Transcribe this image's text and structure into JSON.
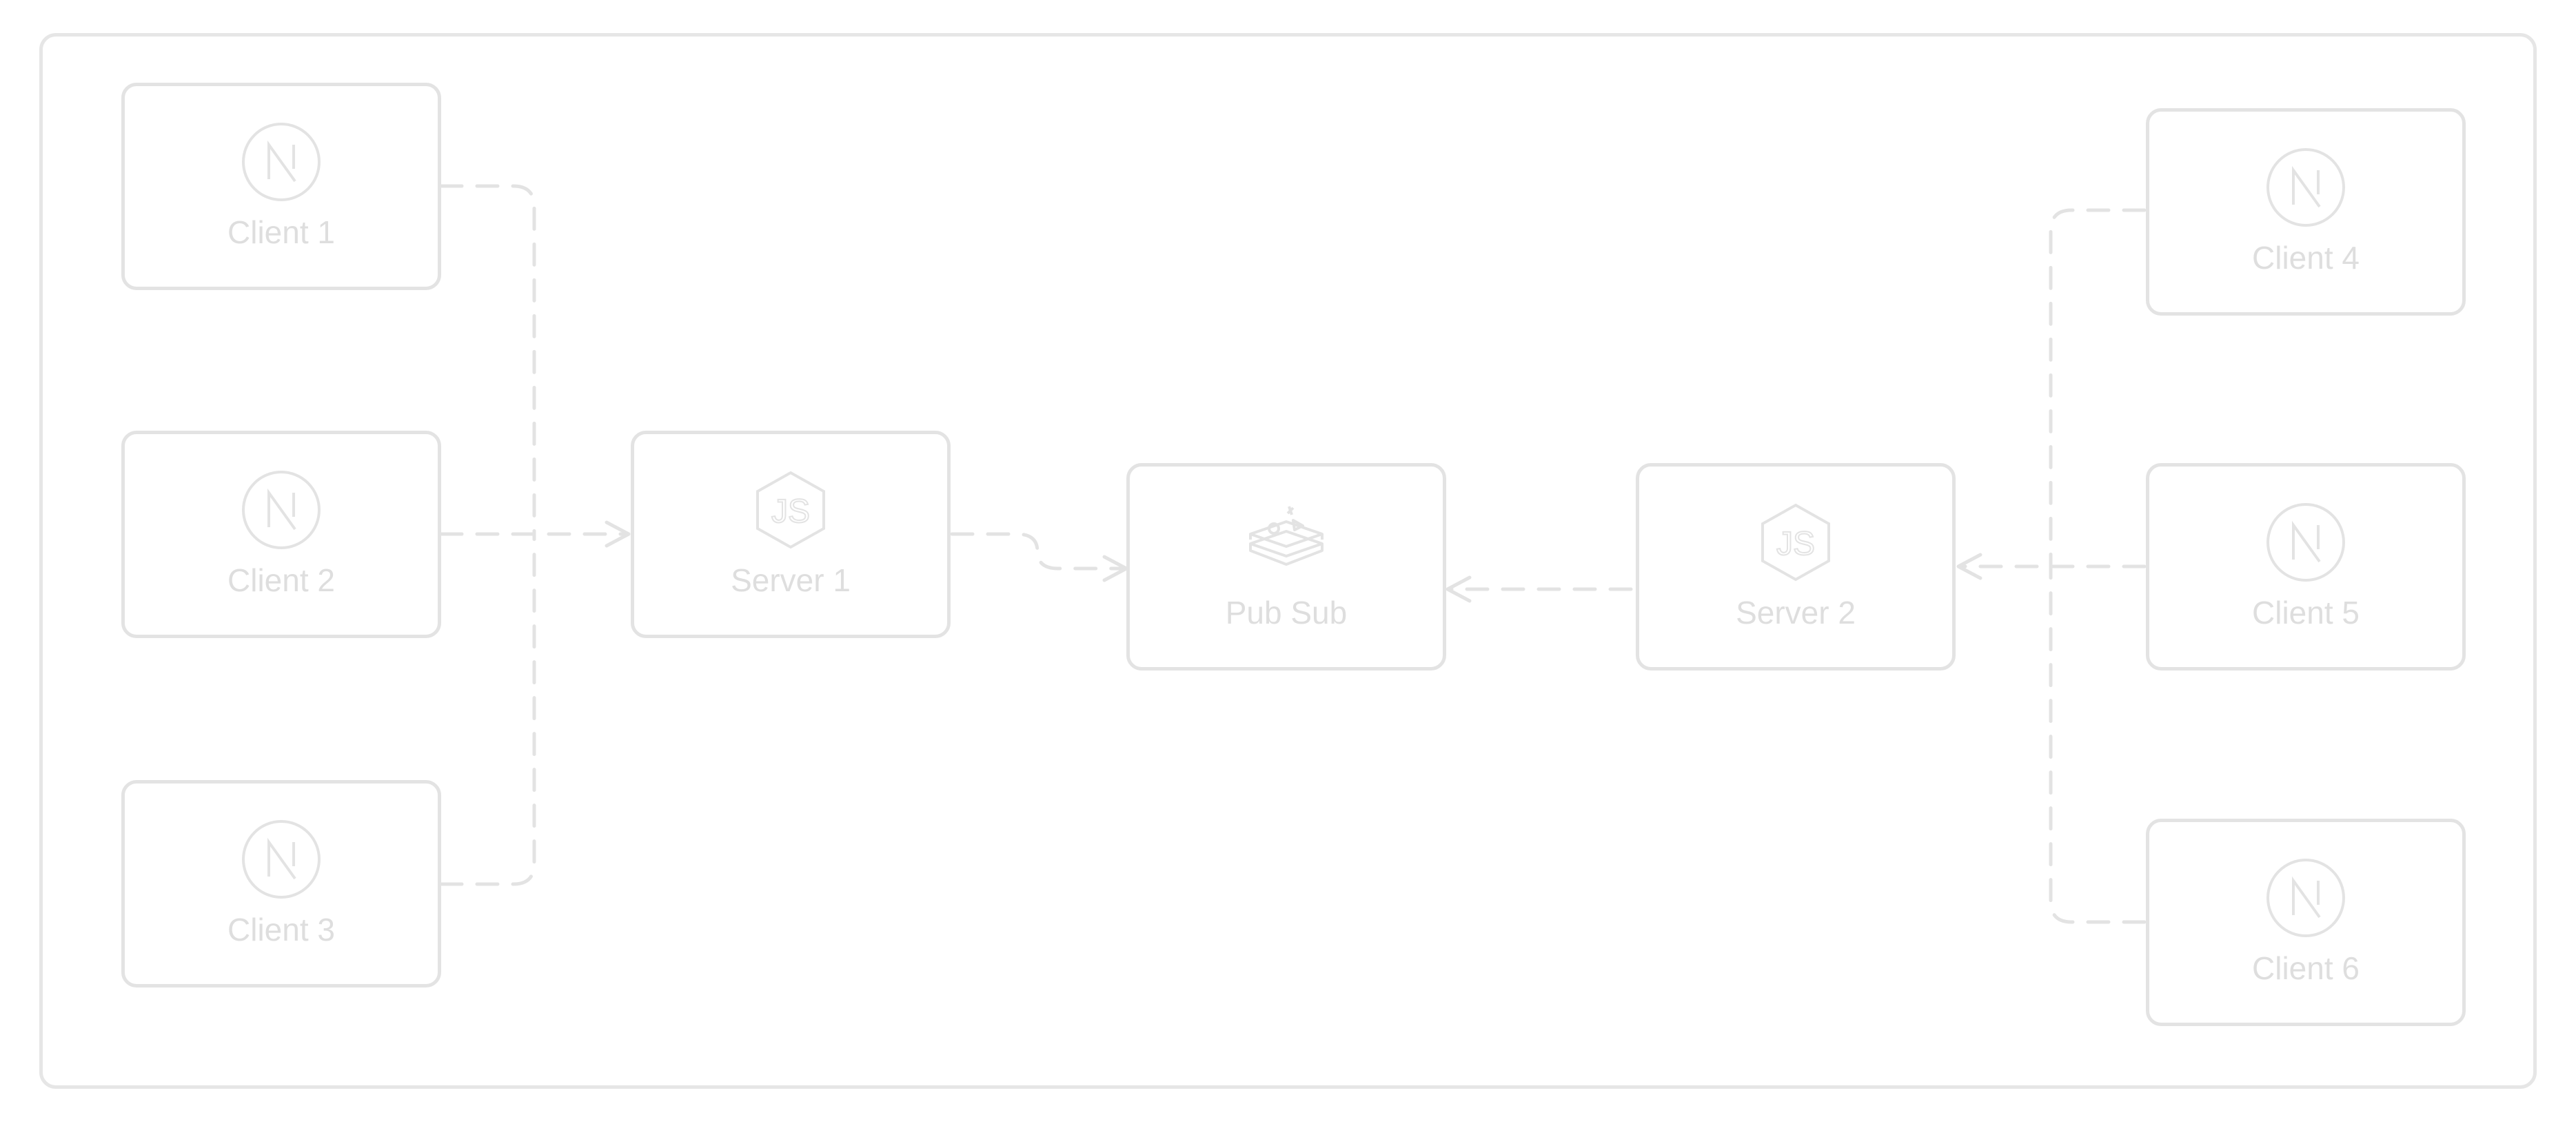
{
  "diagram": {
    "nodes": {
      "client_1": {
        "label": "Client 1",
        "icon": "nextjs-icon"
      },
      "client_2": {
        "label": "Client 2",
        "icon": "nextjs-icon"
      },
      "client_3": {
        "label": "Client 3",
        "icon": "nextjs-icon"
      },
      "server_1": {
        "label": "Server 1",
        "icon": "nodejs-icon"
      },
      "pub_sub": {
        "label": "Pub Sub",
        "icon": "redis-icon"
      },
      "server_2": {
        "label": "Server 2",
        "icon": "nodejs-icon"
      },
      "client_4": {
        "label": "Client 4",
        "icon": "nextjs-icon"
      },
      "client_5": {
        "label": "Client 5",
        "icon": "nextjs-icon"
      },
      "client_6": {
        "label": "Client 6",
        "icon": "nextjs-icon"
      }
    },
    "edges": [
      {
        "from": "Client 1",
        "to": "Server 1",
        "style": "dashed"
      },
      {
        "from": "Client 2",
        "to": "Server 1",
        "style": "dashed"
      },
      {
        "from": "Client 3",
        "to": "Server 1",
        "style": "dashed"
      },
      {
        "from": "Server 1",
        "to": "Pub Sub",
        "style": "dashed"
      },
      {
        "from": "Server 2",
        "to": "Pub Sub",
        "style": "dashed"
      },
      {
        "from": "Client 4",
        "to": "Server 2",
        "style": "dashed"
      },
      {
        "from": "Client 5",
        "to": "Server 2",
        "style": "dashed"
      },
      {
        "from": "Client 6",
        "to": "Server 2",
        "style": "dashed"
      }
    ],
    "colors": {
      "stroke": "#e3e3e3",
      "text": "#dedede"
    }
  }
}
